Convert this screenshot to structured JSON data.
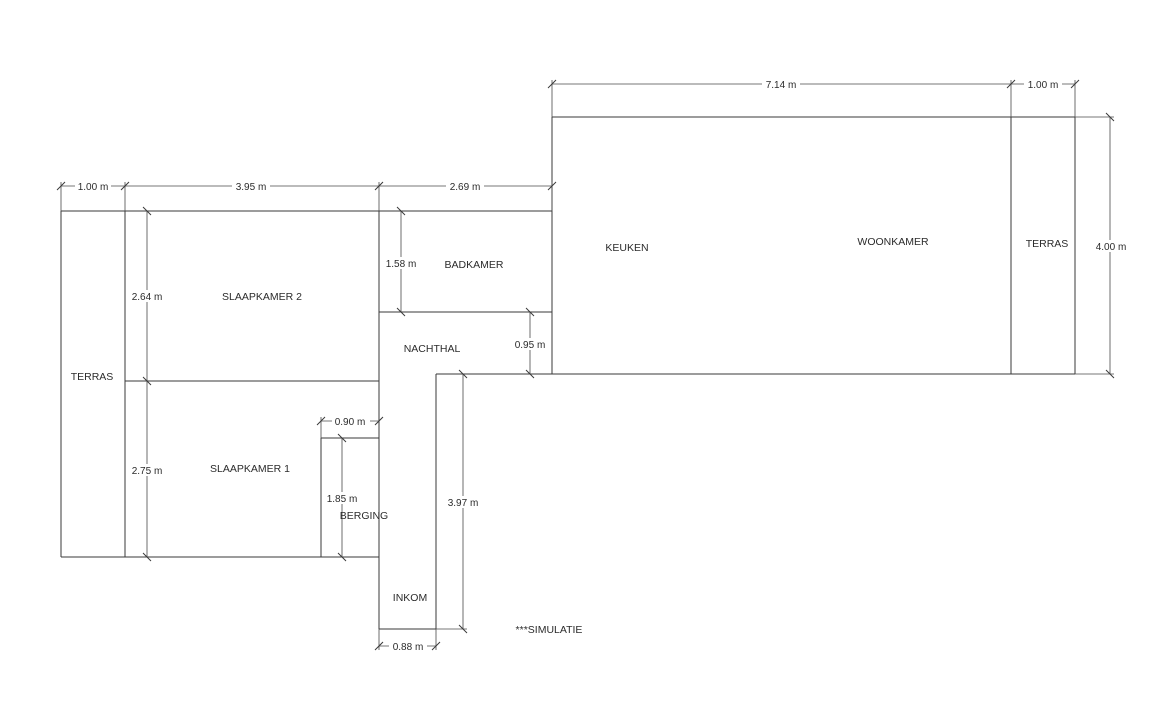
{
  "rooms": {
    "terras_left": "TERRAS",
    "slaapkamer_2": "SLAAPKAMER 2",
    "slaapkamer_1": "SLAAPKAMER 1",
    "badkamer": "BADKAMER",
    "nachthal": "NACHTHAL",
    "berging": "BERGING",
    "inkom": "INKOM",
    "keuken": "KEUKEN",
    "woonkamer": "WOONKAMER",
    "terras_right": "TERRAS"
  },
  "dimensions": {
    "terras_left_width": "1.00 m",
    "slaapkamers_width": "3.95 m",
    "badkamer_width": "2.69 m",
    "woonkamer_width": "7.14 m",
    "terras_right_width": "1.00 m",
    "woonkamer_depth": "4.00 m",
    "slaapkamer_2_depth": "2.64 m",
    "slaapkamer_1_depth": "2.75 m",
    "badkamer_depth": "1.58 m",
    "nachthal_step": "0.95 m",
    "berging_width": "0.90 m",
    "berging_depth": "1.85 m",
    "inkom_depth": "3.97 m",
    "inkom_width": "0.88 m"
  },
  "watermark": "***SIMULATIE"
}
